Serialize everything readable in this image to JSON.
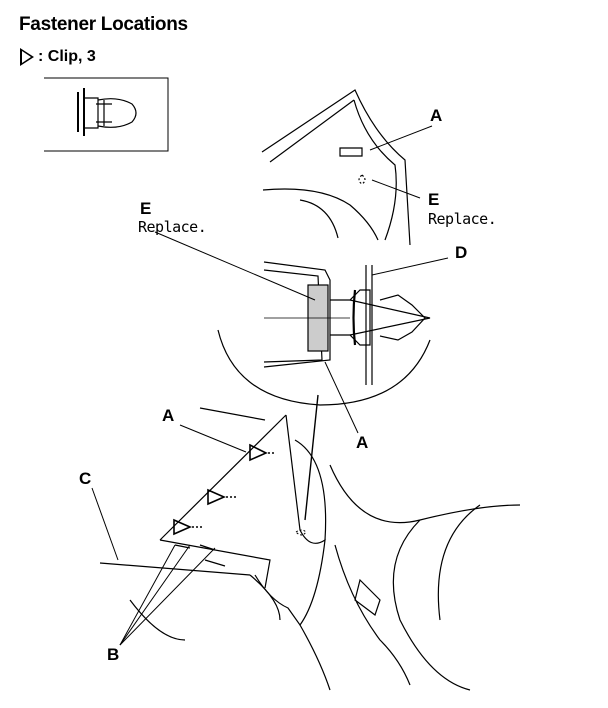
{
  "title": "Fastener Locations",
  "legend": {
    "text": ": Clip, 3"
  },
  "callouts": {
    "a_top": "A",
    "e_right": "E",
    "e_right_note": "Replace.",
    "e_left": "E",
    "e_left_note": "Replace.",
    "d": "D",
    "a_mid": "A",
    "a_left": "A",
    "c": "C",
    "b": "B"
  }
}
